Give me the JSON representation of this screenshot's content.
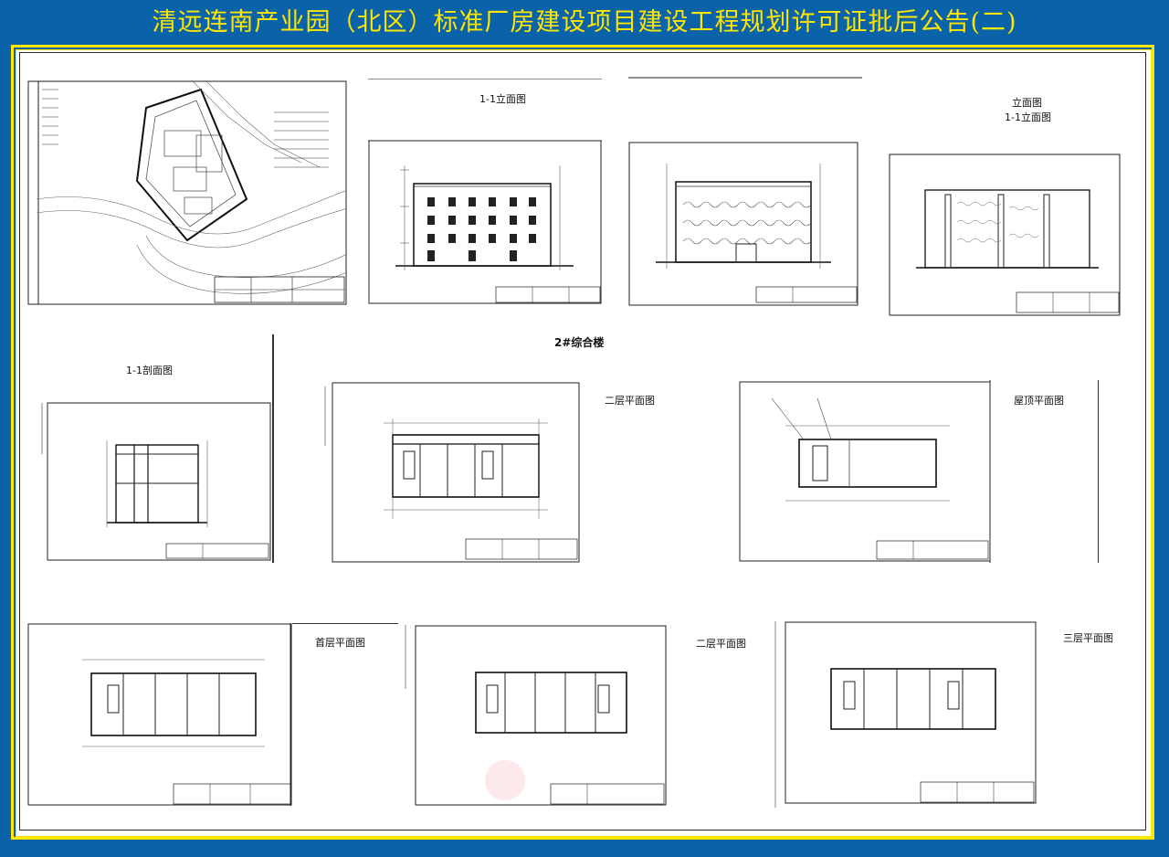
{
  "header": {
    "title": "清远连南产业园（北区）标准厂房建设项目建设工程规划许可证批后公告(二)"
  },
  "drawings": {
    "site_plan": {},
    "elevation_1": {
      "label": "1-1立面图"
    },
    "elevation_2": {},
    "elevation_3": {
      "label_a": "立面图",
      "label_b": "1-1立面图"
    },
    "section": {
      "label": "1-1剖面图"
    },
    "building_title": "2#综合楼",
    "floor_plan_top_left": {},
    "floor_plan_label_1": "二层平面图",
    "floor_plan_top_right": {},
    "floor_plan_label_2": "屋顶平面图",
    "floor_plan_bottom_1": {
      "label": "首层平面图"
    },
    "floor_plan_bottom_2": {
      "label": "二层平面图"
    },
    "floor_plan_bottom_3": {
      "label": "三层平面图"
    }
  },
  "colors": {
    "background": "#0a62a8",
    "title": "#ffe600",
    "border": "#ffe600",
    "paper": "#ffffff",
    "ink": "#1a1a1a"
  }
}
